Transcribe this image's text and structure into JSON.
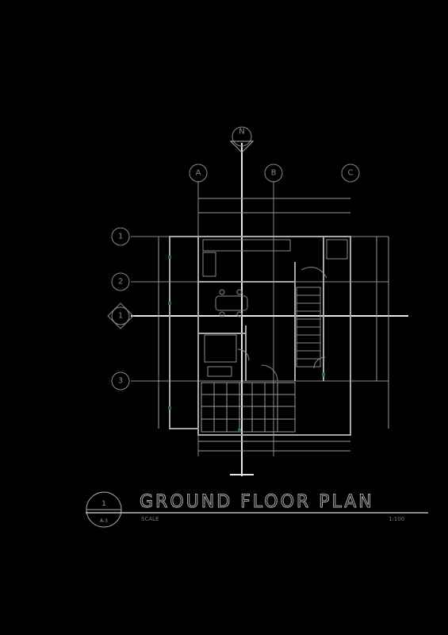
{
  "drawing": {
    "title": "GROUND FLOOR PLAN",
    "scale_left": "SCALE",
    "scale_right": "1:100",
    "marker_number": "1",
    "marker_sheet": "A-3"
  },
  "grid_columns": [
    "A",
    "B",
    "C"
  ],
  "grid_rows": [
    "1",
    "2",
    "3"
  ],
  "north_marker": "N",
  "section_marker": "1",
  "colors": {
    "background": "#000000",
    "linework": "#9a9a9a",
    "white_line": "#e8e8e8",
    "accent": "#2f6b3a"
  }
}
